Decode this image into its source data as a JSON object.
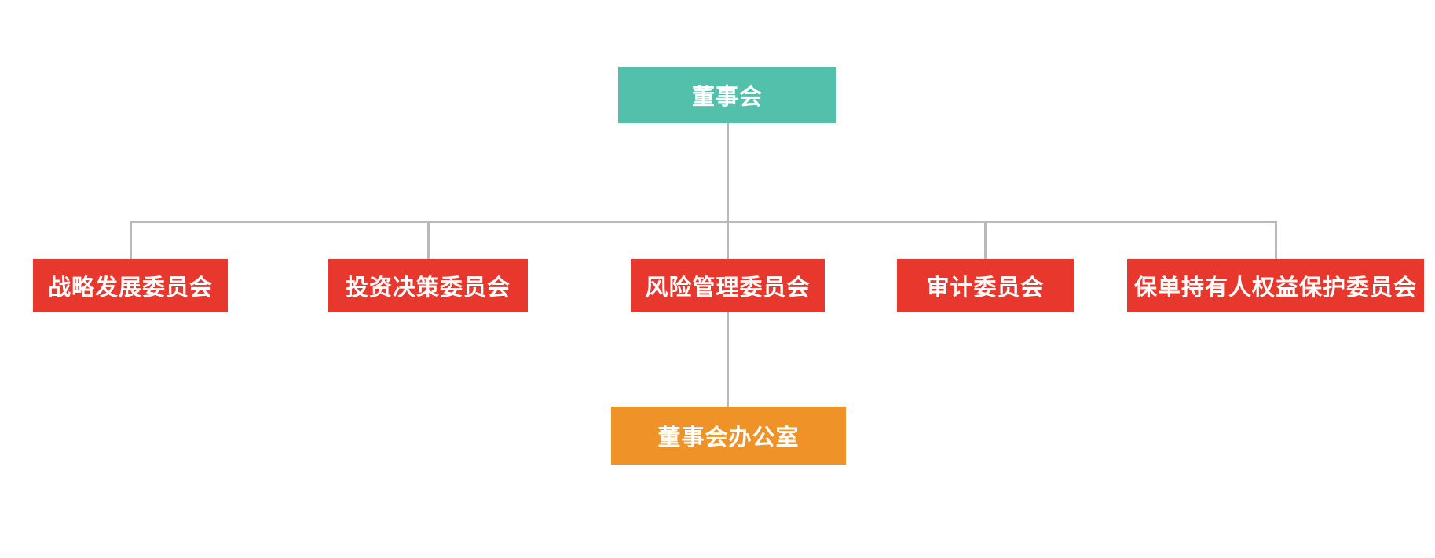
{
  "org_chart": {
    "root": {
      "label": "董事会",
      "color": "#52c0aa"
    },
    "committees": [
      {
        "label": "战略发展委员会",
        "color": "#e8382e"
      },
      {
        "label": "投资决策委员会",
        "color": "#e8382e"
      },
      {
        "label": "风险管理委员会",
        "color": "#e8382e"
      },
      {
        "label": "审计委员会",
        "color": "#e8382e"
      },
      {
        "label": "保单持有人权益保护委员会",
        "color": "#e8382e"
      }
    ],
    "office": {
      "label": "董事会办公室",
      "color": "#ef9227"
    },
    "connector_color": "#b9b9b9",
    "background_color": "#ffffff",
    "text_color": "#ffffff"
  }
}
